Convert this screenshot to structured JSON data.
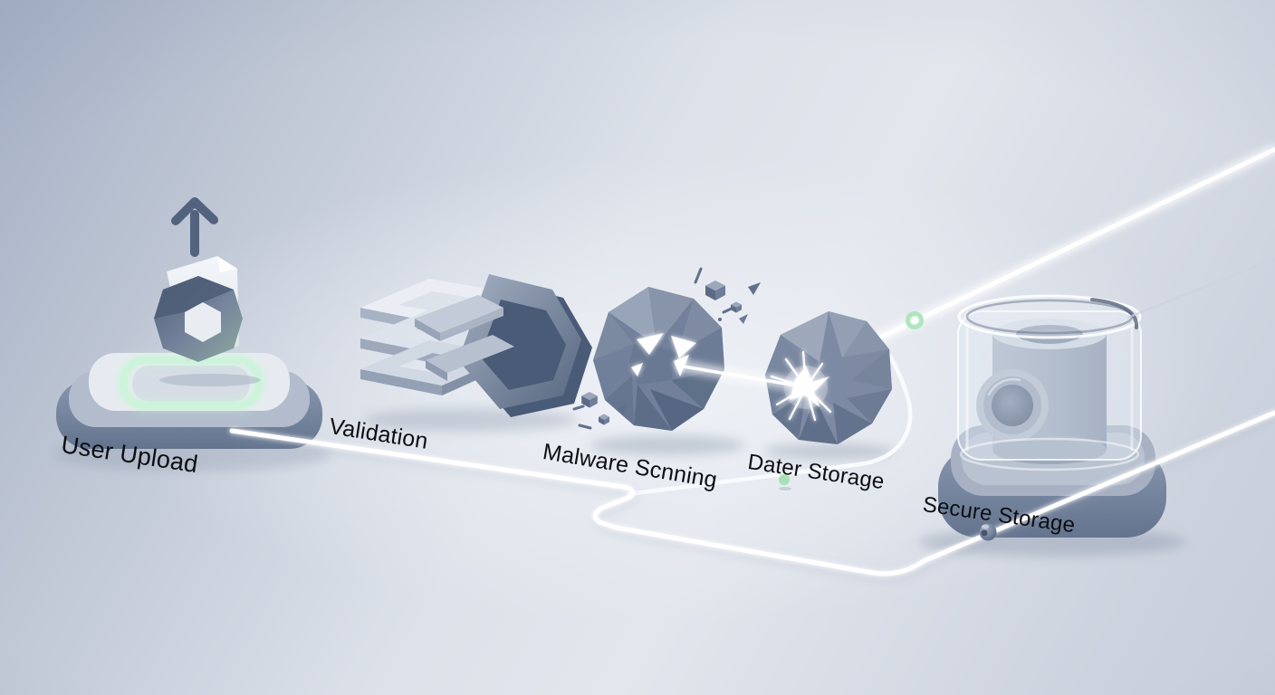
{
  "scene": {
    "description": "3D illustration of a secure file upload pipeline",
    "background_top_left": "#a7b1c6",
    "background_center": "#e7eaf0",
    "background_bottom": "#ccd2dd"
  },
  "palette": {
    "object_gray_blue": "#76849e",
    "object_light": "#e6eaf0",
    "accent_green_glow": "#c9f3d6",
    "indicator_green": "#a6e2b6",
    "pipe_white": "#ffffff",
    "laser_white": "#ffffff",
    "label_color": "#0c0e12"
  },
  "stations": [
    {
      "id": "user-upload",
      "label": "User Upload",
      "icon": "upload-pad-icon"
    },
    {
      "id": "validation",
      "label": "Validation",
      "icon": "chain-links-icon"
    },
    {
      "id": "malware-scanning",
      "label": "Malware Scnning",
      "icon": "malware-polyhedron-icon"
    },
    {
      "id": "data-storage",
      "label": "Dater Storage",
      "icon": "scan-sphere-icon"
    },
    {
      "id": "secure-storage",
      "label": "Secure Storage",
      "icon": "storage-vault-icon"
    }
  ],
  "connectors": [
    {
      "id": "pipe-main",
      "from": "user-upload",
      "to": "secure-storage",
      "indicators": [
        "green-dot",
        "green-ring",
        "blue-bead"
      ]
    },
    {
      "id": "laser-beam",
      "from": "malware-scanning",
      "to": "data-storage"
    }
  ]
}
